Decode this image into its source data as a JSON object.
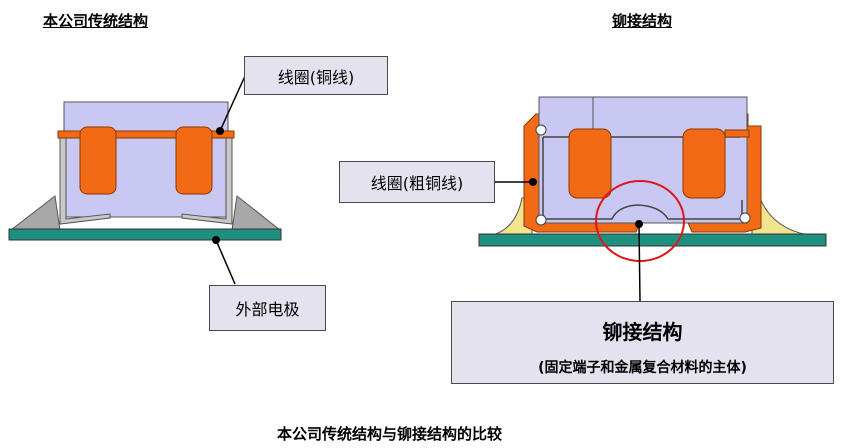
{
  "left_title": "本公司传统结构",
  "right_title": "铆接结构",
  "left_coil_label": "线圈(铜线)",
  "right_coil_label": "线圈(粗铜线)",
  "electrode_label": "外部电极",
  "rivet_box": {
    "title": "铆接结构",
    "subtitle": "(固定端子和金属复合材料的主体)"
  },
  "caption": "本公司传统结构与铆接结构的比较",
  "colors": {
    "body": "#c9c8f2",
    "coil": "#f26a16",
    "base": "#1f8f7f",
    "label_bg": "#e4e2ee",
    "frame_gray": "#a8a8a8",
    "solder": "#f3e58f",
    "highlight_circle": "#e0151a"
  }
}
